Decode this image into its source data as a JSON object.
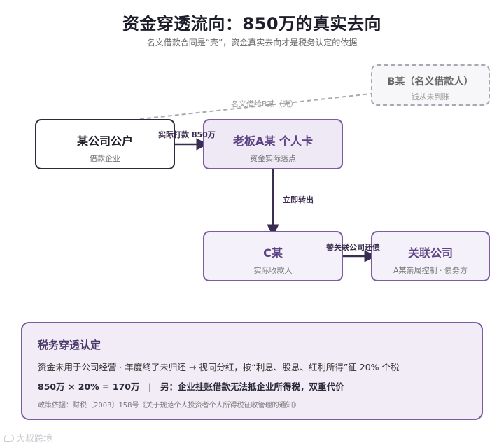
{
  "header": {
    "title": "资金穿透流向：850万的真实去向",
    "subtitle": "名义借款合同是“壳”，资金真实去向才是税务认定的依据"
  },
  "nodes": {
    "company": {
      "title": "某公司公户",
      "subtitle": "借款企业"
    },
    "boss": {
      "title": "老板A某 个人卡",
      "subtitle": "资金实际落点"
    },
    "nominal_borrower": {
      "title": "B某（名义借款人）",
      "subtitle": "钱从未到账"
    },
    "c_person": {
      "title": "C某",
      "subtitle": "实际收款人"
    },
    "related_company": {
      "title": "关联公司",
      "subtitle": "A某亲属控制 · 债务方"
    }
  },
  "edges": {
    "actual_transfer": "实际打款 850万",
    "nominal_borrow": "名义借给B某（壳）",
    "immediate_transfer": "立即转出",
    "repay_debt": "替关联公司还债"
  },
  "tax_panel": {
    "title": "税务穿透认定",
    "line1": "资金未用于公司经营 · 年度终了未归还 → 视同分红，按“利息、股息、红利所得”征 20% 个税",
    "line2": "850万 × 20% = 170万　|　另：企业挂账借款无法抵企业所得税，双重代价",
    "policy_note": "政策依据：财税〔2003〕158号《关于规范个人投资者个人所得税征收管理的通知》"
  },
  "watermark": {
    "text": "大叔跨境"
  },
  "colors": {
    "accent": "#7a5da3",
    "accent_dark": "#4a3868",
    "node_fill": "#efe9f6",
    "dashed_gray": "#a9a9b4"
  }
}
